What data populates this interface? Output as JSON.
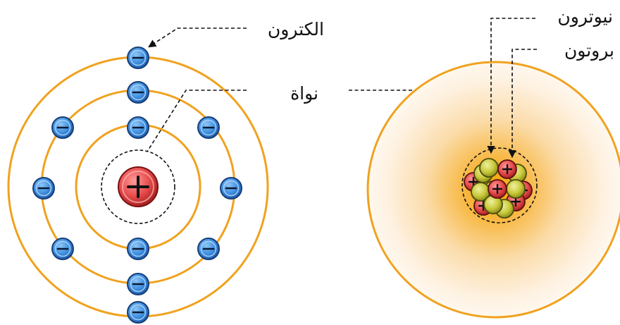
{
  "labels": {
    "electron": "الكترون",
    "nucleus": "نواة",
    "neutron": "نيوترون",
    "proton": "بروتون"
  },
  "colors": {
    "orbit": "#f0a21f",
    "cloud_center": "#f5a300",
    "electron": "#3f8fe0",
    "proton": "#e64a4a",
    "neutron": "#c9c93a"
  },
  "icons": {
    "electron": "minus-sign",
    "proton": "plus-sign",
    "neutron": "plain-ball"
  }
}
